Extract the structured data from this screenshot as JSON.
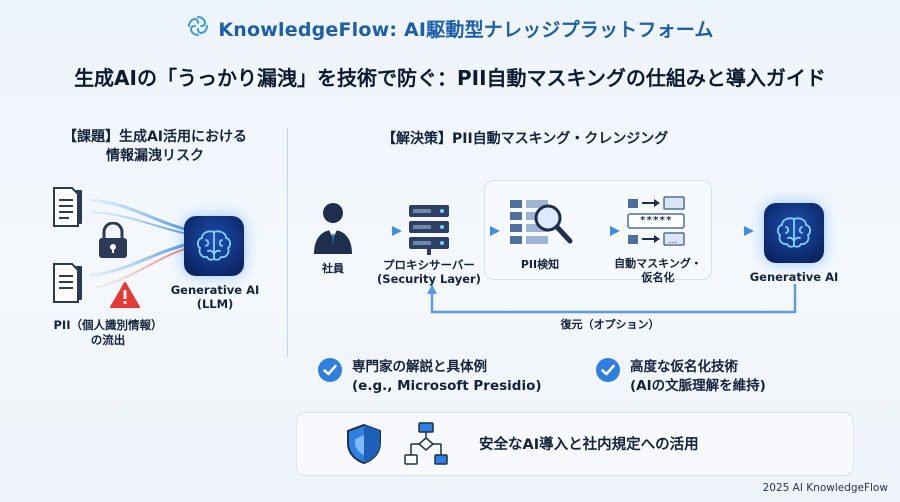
{
  "header": {
    "brand_title": "KnowledgeFlow: AI駆動型ナレッジプラットフォーム",
    "headline": "生成AIの「うっかり漏洩」を技術で防ぐ：PII自動マスキングの仕組みと導入ガイド"
  },
  "problem": {
    "title_line1": "【課題】生成AI活用における",
    "title_line2": "情報漏洩リスク",
    "llm_line1": "Generative AI",
    "llm_line2": "(LLM)",
    "pii_line1": "PII（個人識別情報）",
    "pii_line2": "の流出"
  },
  "solution": {
    "title": "【解決策】PII自動マスキング・クレンジング",
    "employee": "社員",
    "proxy_line1": "プロキシサーバー",
    "proxy_line2": "(Security Layer)",
    "detect": "PII検知",
    "mask_line1": "自動マスキング・",
    "mask_line2": "仮名化",
    "mask_token": "*****",
    "ai": "Generative AI",
    "restore": "復元（オプション）"
  },
  "features": [
    {
      "line1": "専門家の解説と具体例",
      "line2": "(e.g., Microsoft Presidio)"
    },
    {
      "line1": "高度な仮名化技術",
      "line2": "(AIの文脈理解を維持)"
    }
  ],
  "bottom": {
    "text": "安全なAI導入と社内規定への活用"
  },
  "footer": {
    "text": "2025 AI KnowledgeFlow"
  },
  "colors": {
    "accent": "#2f7fe0",
    "brand": "#1b5fa8",
    "warning": "#e53935",
    "glow": "#5ab0ff"
  }
}
